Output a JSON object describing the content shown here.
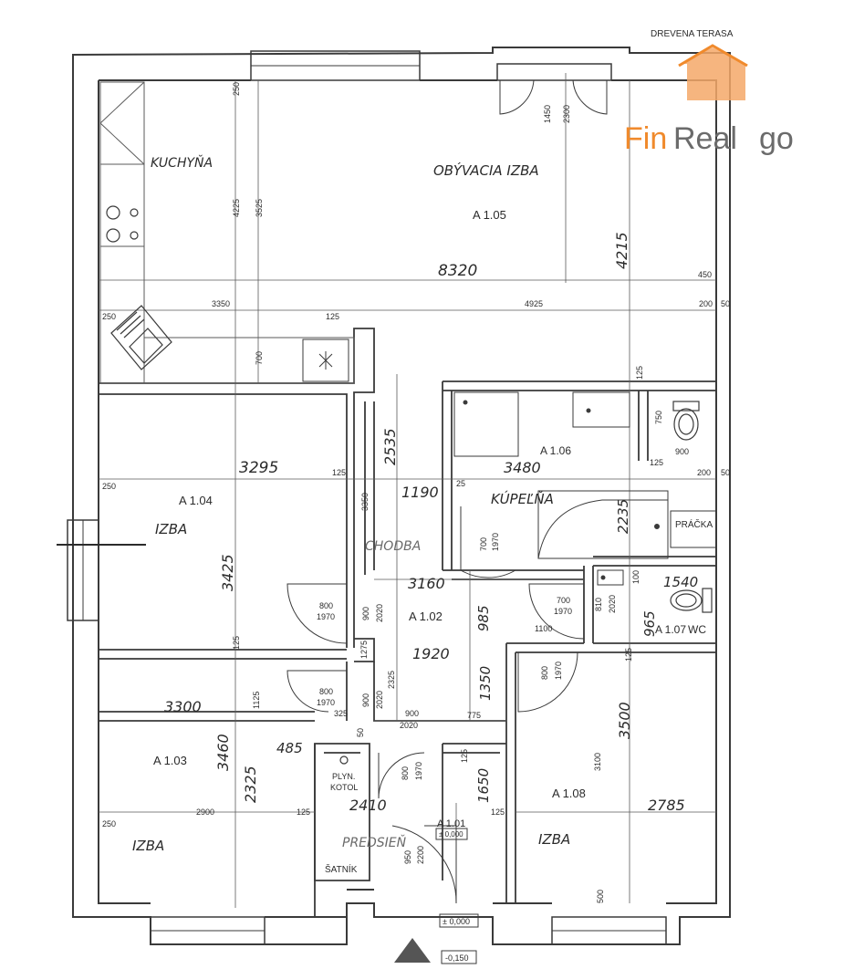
{
  "colors": {
    "paper": "#ffffff",
    "wall": "#3a3a3a",
    "thin": "#5a5a5a",
    "ink": "#2b2b2b",
    "logo_orange": "#f08a2c",
    "logo_gray": "#6b6b6b"
  },
  "logo": {
    "part1": "Fin",
    "part2": "Real",
    "part3": "go",
    "icon": "house-icon"
  },
  "labels": {
    "terrace": "DREVENA TERASA",
    "kitchen": "KUCHYŇA",
    "living": "OBÝVACIA IZBA",
    "living_code": "A 1.05",
    "room104_code": "A 1.04",
    "room104_name": "IZBA",
    "bath_code": "A 1.06",
    "bath_name": "KÚPEĽŇA",
    "washer": "PRÁČKA",
    "corridor": "CHODBA",
    "corridor_code": "A 1.02",
    "wc_code": "A 1.07",
    "wc": "WC",
    "room103_code": "A 1.03",
    "room103_name": "IZBA",
    "boiler1": "PLYN.",
    "boiler2": "KOTOL",
    "hall": "PREDSIEŇ",
    "hall_code": "A 1.01",
    "hall_level": "± 0,000",
    "wardrobe": "ŠATNÍK",
    "room108_code": "A 1.08",
    "room108_name": "IZBA",
    "level_entry": "± 0,000",
    "level_ground": "-0,150"
  },
  "dims_hand": {
    "d8320": "8320",
    "d4215": "4215",
    "d3295": "3295",
    "d3425": "3425",
    "d2535": "2535",
    "d1190": "1190",
    "d3480": "3480",
    "d2235": "2235",
    "d3160": "3160",
    "d985": "985",
    "d1540": "1540",
    "d965": "965",
    "d1920": "1920",
    "d1350": "1350",
    "d3500": "3500",
    "d3300": "3300",
    "d3460": "3460",
    "d2325": "2325",
    "d485": "485",
    "d2410": "2410",
    "d1650": "1650",
    "d2785": "2785"
  },
  "dims_print": {
    "p250a": "250",
    "p4225": "4225",
    "p3525": "3525",
    "p1450": "1450",
    "p2300": "2300",
    "p450": "450",
    "p3350": "3350",
    "p4925": "4925",
    "p200a": "200",
    "p50a": "50",
    "p250b": "250",
    "p125a": "125",
    "p700a": "700",
    "p125b": "125",
    "p750": "750",
    "p900a": "900",
    "p125c": "125",
    "p250c": "250",
    "p125d": "125",
    "p200b": "200",
    "p50b": "50",
    "p3350b": "3350",
    "p25": "25",
    "p1970a": "1970",
    "p700b": "700",
    "p800a": "800",
    "p1970b": "1970",
    "p900b": "900",
    "p2020a": "2020",
    "p700c": "700",
    "p1970c": "1970",
    "p810": "810",
    "p2020b": "2020",
    "p1100": "1100",
    "p125e": "125",
    "p1275": "1275",
    "p2325p": "2325",
    "p800b": "800",
    "p1970d": "1970",
    "p900c": "900",
    "p2020c": "2020",
    "p325": "325",
    "p900d": "900",
    "p2020d": "2020",
    "p775": "775",
    "p800c": "800",
    "p1970e": "1970",
    "p1125": "1125",
    "p125f": "125",
    "p800d": "800",
    "p1970f": "1970",
    "p125g": "125",
    "p3100": "3100",
    "p2900": "2900",
    "p125h": "125",
    "p250d": "250",
    "p125i": "125",
    "p950": "950",
    "p2200": "2200",
    "p500": "500",
    "p1100b": "100",
    "p50c": "50"
  }
}
